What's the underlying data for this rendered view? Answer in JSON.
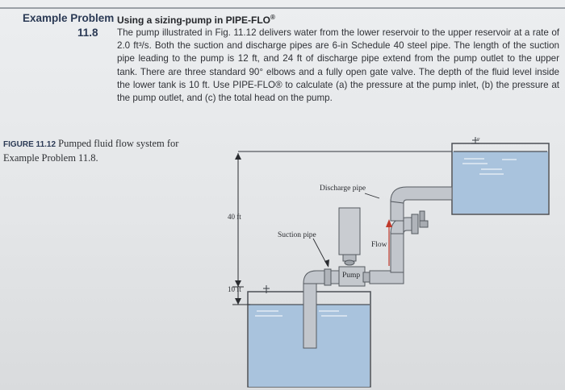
{
  "example": {
    "label": "Example Problem",
    "number": "11.8",
    "heading": "Using a sizing-pump in PIPE-FLO",
    "heading_mark": "®",
    "body": "The pump illustrated in Fig. 11.12 delivers water from the lower reservoir to the upper reservoir at a rate of 2.0 ft³/s. Both the suction and discharge pipes are 6-in Schedule 40 steel pipe. The length of the suction pipe leading to the pump is 12 ft, and 24 ft of discharge pipe extend from the pump outlet to the upper tank. There are three standard 90° elbows and a fully open gate valve. The depth of the fluid level inside the lower tank is 10 ft. Use PIPE-FLO® to calculate (a) the pressure at the pump inlet, (b) the pressure at the pump outlet, and (c) the total head on the pump."
  },
  "figure": {
    "caption_label": "FIGURE 11.12",
    "caption_text": "Pumped fluid flow system for Example Problem 11.8.",
    "labels": {
      "discharge_pipe": "Discharge pipe",
      "suction_pipe": "Suction pipe",
      "flow": "Flow",
      "pump": "Pump",
      "dim_40": "40 ft",
      "dim_10": "10 ft"
    }
  },
  "colors": {
    "water": "#a9c3dd",
    "pipe": "#b8bcc2",
    "accent_title": "#2b3a55"
  }
}
